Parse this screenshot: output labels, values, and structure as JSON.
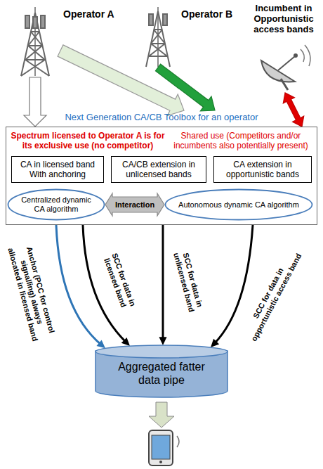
{
  "diagram": {
    "nodes": [
      {
        "text": [
          "Operator A"
        ]
      },
      {
        "text": [
          "Operator B"
        ]
      },
      {
        "text": [
          "Incumbent in Opportunistic access bands"
        ]
      },
      {
        "text": [
          "Next Generation CA/CB Toolbox for an operator",
          "Spectrum licensed to Operator A is for its exclusive use (no competitor)",
          "Shared use (Competitors and/or incumbents also potentially present)"
        ]
      },
      {
        "text": [
          "CA in licensed band With anchoring"
        ],
        "in": 3
      },
      {
        "text": [
          "CA/CB extension in unlicensed bands"
        ],
        "in": 3
      },
      {
        "text": [
          "CA extension in opportunistic bands"
        ],
        "in": 3
      },
      {
        "text": [
          "Centralized dynamic CA algorithm"
        ],
        "in": 3
      },
      {
        "text": [
          "Autonomous dynamic CA algorithm"
        ],
        "in": 3
      },
      {
        "text": [
          "Aggregated fatter data pipe"
        ]
      }
    ],
    "edges": [
      {
        "from": 0,
        "to": 3,
        "arrow": "to"
      },
      {
        "from": 0,
        "to": 3,
        "arrow": "to"
      },
      {
        "from": 1,
        "to": 3,
        "arrow": "to"
      },
      {
        "from": 2,
        "to": 3,
        "arrow": "both"
      },
      {
        "from": 7,
        "to": 8,
        "label": "Interaction",
        "arrow": "both"
      },
      {
        "from": 3,
        "to": 9,
        "label": "Anchor (PCC for control signalling) always allocated in licensed band",
        "arrow": "to"
      },
      {
        "from": 3,
        "to": 9,
        "label": "SCC for data in licensed band",
        "arrow": "to"
      },
      {
        "from": 3,
        "to": 9,
        "label": "SCC for data in unlicensed band",
        "arrow": "to"
      },
      {
        "from": 3,
        "to": 9,
        "label": "SCC for data in opportunistic access band",
        "arrow": "to"
      }
    ]
  }
}
